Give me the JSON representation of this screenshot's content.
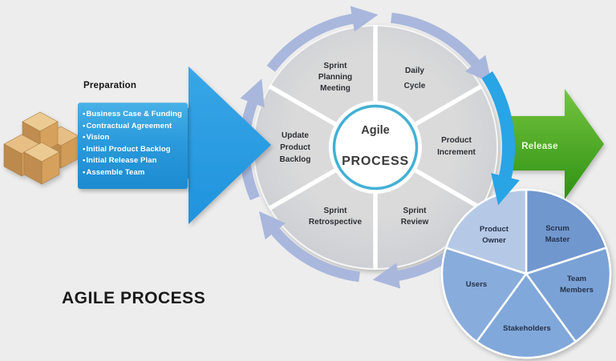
{
  "diagram_title": "AGILE PROCESS",
  "colors": {
    "background": "#ededed",
    "input_arrow_top": "#38a6e6",
    "input_arrow_bottom": "#1f93dd",
    "panel_top": "#47b0e6",
    "panel_bottom": "#1d8bd0",
    "cycle_ring": "#d4d4d4",
    "cycle_arc": "#a9b7dd",
    "hub_border": "#43b0d4",
    "handoff_arrow": "#29a4e5",
    "release_top": "#74c43e",
    "release_bottom": "#2f9114"
  },
  "preparation": {
    "heading": "Preparation",
    "icon": "cardboard-boxes",
    "items": [
      "Business Case & Funding",
      "Contractual Agreement",
      "Vision",
      "Initial Product  Backlog",
      "Initial Release Plan",
      "Assemble Team"
    ]
  },
  "cycle": {
    "hub": {
      "line1": "Agile",
      "line2": "PROCESS"
    },
    "segments": [
      {
        "label": "Sprint Planning Meeting",
        "lines": [
          "Sprint",
          "Planning",
          "Meeting"
        ]
      },
      {
        "label": "Daily Cycle",
        "lines": [
          "Daily",
          "Cycle"
        ]
      },
      {
        "label": "Product Increment",
        "lines": [
          "Product",
          "Increment"
        ]
      },
      {
        "label": "Sprint Review",
        "lines": [
          "Sprint",
          "Review"
        ]
      },
      {
        "label": "Sprint Retrospective",
        "lines": [
          "Sprint",
          "Retrospective"
        ]
      },
      {
        "label": "Update Product Backlog",
        "lines": [
          "Update",
          "Product",
          "Backlog"
        ]
      }
    ]
  },
  "release": {
    "label": "Release"
  },
  "team_pie": {
    "slices": [
      {
        "label": "Scrum Master",
        "lines": [
          "Scrum",
          "Master"
        ],
        "color": "#6f97ce"
      },
      {
        "label": "Team Members",
        "lines": [
          "Team",
          "Members"
        ],
        "color": "#7aa2d6"
      },
      {
        "label": "Stakeholders",
        "lines": [
          "Stakeholders"
        ],
        "color": "#81a8da"
      },
      {
        "label": "Users",
        "lines": [
          "Users"
        ],
        "color": "#88acdc"
      },
      {
        "label": "Product Owner",
        "lines": [
          "Product",
          "Owner"
        ],
        "color": "#b5c8e6"
      }
    ]
  }
}
